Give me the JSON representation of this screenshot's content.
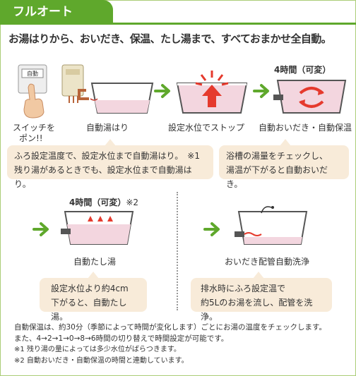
{
  "tab_title": "フルオート",
  "headline": "お湯はりから、おいだき、保温、たし湯まで、すべておまかせ全自動。",
  "switch_caption": [
    "スイッチを",
    "ポン!!"
  ],
  "switch_panel_label": "自動",
  "steps": {
    "auto_fill": "自動湯はり",
    "auto_stop": "設定水位でストップ",
    "reheat_keep": "自動おいだき・自動保温",
    "top_up": "自動たし湯",
    "pipe_clean": "おいだき配管自動洗浄"
  },
  "time_labels": {
    "reheat": "4時間（可変）",
    "topup": "4時間（可変）",
    "topup_note": "※2"
  },
  "bubbles": {
    "fill": [
      "ふろ設定温度で、設定水位まで自動湯はり。　※1",
      "残り湯があるときでも、設定水位まで自動湯はり。"
    ],
    "reheat": [
      "浴槽の湯量をチェックし、",
      "湯温が下がると自動おいだき。"
    ],
    "topup": [
      "設定水位より約4cm",
      "下がると、自動たし湯。"
    ],
    "clean": [
      "排水時にふろ設定温で",
      "約5Lのお湯を流し、配管を洗浄。"
    ]
  },
  "notes": {
    "line1": "自動保温は、約30分（季節によって時間が変化します）ごとにお湯の温度をチェックします。",
    "line2": "また、4→2→1→0→8→6時間の切り替えで時間設定が可能です。",
    "line3": "※1 残り湯の量によっては多少水位がばらつきます。",
    "line4": "※2 自動おいだき・自動保温の時間と連動しています。"
  },
  "colors": {
    "green": "#5fa82c",
    "bubble": "#f8ebd9",
    "water": "#f3d6df",
    "heat": "#e53a2d",
    "tub": "#555555"
  }
}
